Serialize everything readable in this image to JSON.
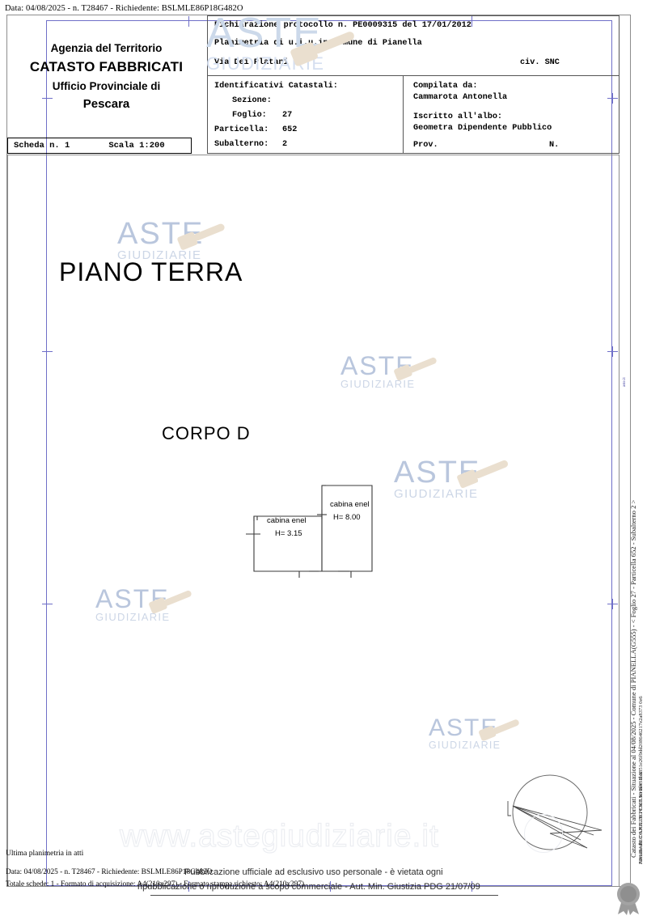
{
  "request_line": "Data: 04/08/2025 - n. T28467 - Richiedente: BSLMLE86P18G482O",
  "header_left": {
    "agency": "Agenzia del Territorio",
    "registry": "CATASTO FABBRICATI",
    "office": "Ufficio Provinciale di",
    "province": "Pescara"
  },
  "scheda": {
    "sheet_no": "Scheda n. 1",
    "scale": "Scala 1:200"
  },
  "header_right": {
    "declaration": "Dichiarazione protocollo n. PE0009315 del  17/01/2012",
    "planimetry": "Planimetria di u.i.u.in Comune di Pianella",
    "address": "Via Dei Platani",
    "civic": "civ. SNC",
    "identifiers_title": "Identificativi Catastali:",
    "sezione_label": "Sezione:",
    "sezione_value": "",
    "foglio_label": "Foglio:",
    "foglio_value": "27",
    "particella_label": "Particella:",
    "particella_value": "652",
    "subalterno_label": "Subalterno:",
    "subalterno_value": "2",
    "compiled_by_label": "Compilata da:",
    "compiled_by_value": "Cammarota Antonella",
    "registered_label": "Iscritto all'albo:",
    "registered_value": "Geometra Dipendente Pubblico",
    "prov_label": "Prov.",
    "n_label": "N."
  },
  "drawing": {
    "floor_label": "PIANO  TERRA",
    "body_label": "CORPO  D",
    "rooms": [
      {
        "name": "cabina enel",
        "height": "H= 3.15"
      },
      {
        "name": "cabina enel",
        "height": "H= 8.00"
      }
    ],
    "last_plan_note": "Ultima planimetria in atti"
  },
  "watermarks": {
    "brand_top": "ASTE",
    "brand_bottom": "GIUDIZIARIE",
    "site": "www.astegiudiziarie.it",
    "color_top": "#b9c6dd",
    "color_bottom": "#ccd6e6"
  },
  "vertical_signature": {
    "line1": "Catasto dei Fabbricati - Situazione al 04/08/2025 - Comune di PIANELLA(G555) - < Foglio 27 - Particella  652 - Subalterno 2 >",
    "line2": "Firmato da: DANIELE PEMILIO BASILE",
    "line2_overlay": "ARUBAPEC S.P.A. NG CA 3 Serial#: 1ba851e26f9dd208646217e2a8373 0e6",
    "line3_blue": "aste.it"
  },
  "footer": {
    "data_line": "Data: 04/08/2025 - n. T28467 - Richiedente: BSLMLE86P18G482O",
    "totals_line": "Totale schede: 1 - Formato di acquisizione: A4(210x297) - Formato stampa richiesto: A4(210x297)",
    "publication_line1": "Pubblicazione ufficiale ad esclusivo uso personale - è vietata ogni",
    "publication_line2": "ripubblicazione o riproduzione a scopo commerciale - Aut. Min. Giustizia PDG 21/07/09"
  }
}
